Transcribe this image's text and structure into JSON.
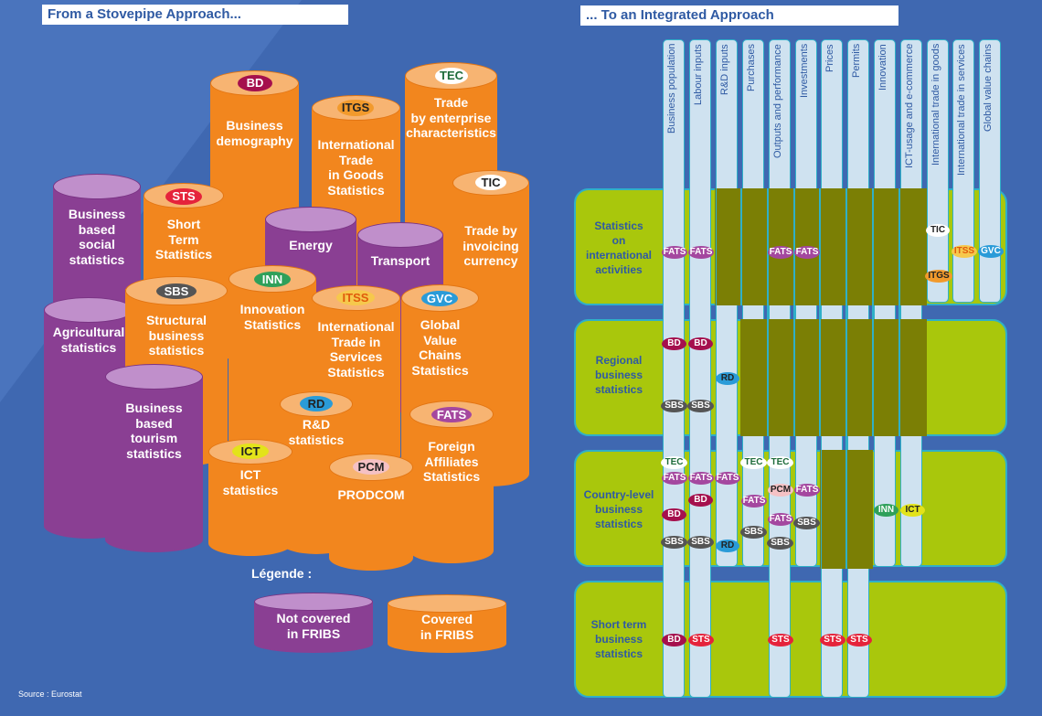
{
  "left_title": "From a Stovepipe Approach...",
  "right_title": "... To an Integrated Approach",
  "cylinders": {
    "bd": {
      "badge": "BD",
      "label": "Business\ndemography"
    },
    "tec": {
      "badge": "TEC",
      "label": "Trade\nby enterprise\ncharacteristics"
    },
    "itgs": {
      "badge": "ITGS",
      "label": "International\nTrade\nin Goods\nStatistics"
    },
    "social": {
      "label": "Business\nbased\nsocial\nstatistics"
    },
    "sts": {
      "badge": "STS",
      "label": "Short\nTerm\nStatistics"
    },
    "tic": {
      "badge": "TIC",
      "label": "Trade by\ninvoicing\ncurrency"
    },
    "energy": {
      "label": "Energy"
    },
    "transport": {
      "label": "Transport"
    },
    "agri": {
      "label": "Agricultural\nstatistics"
    },
    "sbs": {
      "badge": "SBS",
      "label": "Structural\nbusiness\nstatistics"
    },
    "inn": {
      "badge": "INN",
      "label": "Innovation\nStatistics"
    },
    "itss": {
      "badge": "ITSS",
      "label": "International\nTrade in\nServices\nStatistics"
    },
    "gvc": {
      "badge": "GVC",
      "label": "Global\nValue\nChains\nStatistics"
    },
    "tourism": {
      "label": "Business\nbased\ntourism\nstatistics"
    },
    "rd": {
      "badge": "RD",
      "label": "R&D\nstatistics"
    },
    "fats": {
      "badge": "FATS",
      "label": "Foreign\nAffiliates\nStatistics"
    },
    "ict": {
      "badge": "ICT",
      "label": "ICT\nstatistics"
    },
    "pcm": {
      "badge": "PCM",
      "label": "PRODCOM"
    }
  },
  "legend": {
    "title": "Légende :",
    "not_covered": "Not covered\nin FRIBS",
    "covered": "Covered\nin FRIBS"
  },
  "source": "Source : Eurostat",
  "columns": [
    "Business population",
    "Labour inputs",
    "R&D inputs",
    "Purchases",
    "Outputs and performance",
    "Investments",
    "Prices",
    "Permits",
    "Innovation",
    "ICT-usage and e-commerce",
    "International trade in goods",
    "International trade in services",
    "Global value chains"
  ],
  "rows": [
    "Statistics\non\ninternational\nactivities",
    "Regional\nbusiness\nstatistics",
    "Country-level\nbusiness\nstatistics",
    "Short term\nbusiness\nstatistics"
  ],
  "tags": {
    "fats": "FATS",
    "bd": "BD",
    "sbs": "SBS",
    "rd": "RD",
    "tec": "TEC",
    "pcm": "PCM",
    "inn": "INN",
    "ict": "ICT",
    "sts": "STS",
    "tic": "TIC",
    "itgs": "ITGS",
    "itss": "ITSS",
    "gvc": "GVC"
  },
  "colors": {
    "orange": "#f2861e",
    "purple": "#8a3f93",
    "matrix_green": "#a9c70c",
    "matrix_olive": "#7b7f05",
    "background": "#3f68b1"
  }
}
